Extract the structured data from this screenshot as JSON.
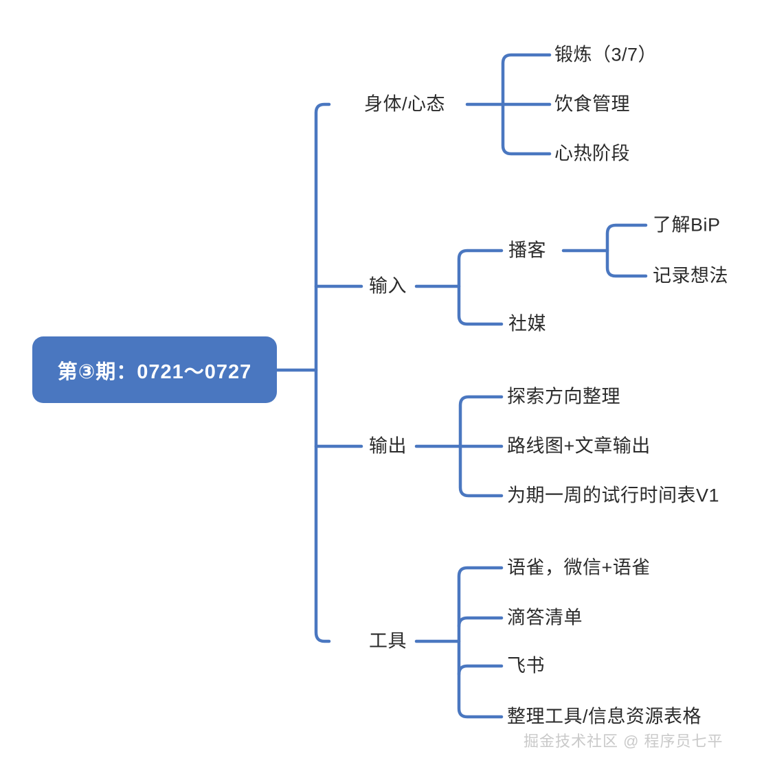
{
  "diagram": {
    "type": "mindmap",
    "title": "第③期：0721～0727",
    "root": {
      "id": "root",
      "label": "第③期：0721～0727",
      "fill": "#4a77c0",
      "text_color": "#ffffff"
    },
    "link_color": "#4a77c0",
    "text_color": "#2b2b2b",
    "branches": [
      {
        "id": "b1",
        "label": "身体/心态",
        "children": [
          {
            "id": "b1c1",
            "label": "锻炼（3/7）",
            "children": []
          },
          {
            "id": "b1c2",
            "label": "饮食管理",
            "children": []
          },
          {
            "id": "b1c3",
            "label": "心热阶段",
            "children": []
          }
        ]
      },
      {
        "id": "b2",
        "label": "输入",
        "children": [
          {
            "id": "b2c1",
            "label": "播客",
            "children": [
              {
                "id": "b2c1g1",
                "label": "了解BiP"
              },
              {
                "id": "b2c1g2",
                "label": "记录想法"
              }
            ]
          },
          {
            "id": "b2c2",
            "label": "社媒",
            "children": []
          }
        ]
      },
      {
        "id": "b3",
        "label": "输出",
        "children": [
          {
            "id": "b3c1",
            "label": "探索方向整理",
            "children": []
          },
          {
            "id": "b3c2",
            "label": "路线图+文章输出",
            "children": []
          },
          {
            "id": "b3c3",
            "label": "为期一周的试行时间表V1",
            "children": []
          }
        ]
      },
      {
        "id": "b4",
        "label": "工具",
        "children": [
          {
            "id": "b4c1",
            "label": "语雀，微信+语雀",
            "children": []
          },
          {
            "id": "b4c2",
            "label": "滴答清单",
            "children": []
          },
          {
            "id": "b4c3",
            "label": "飞书",
            "children": []
          },
          {
            "id": "b4c4",
            "label": "整理工具/信息资源表格",
            "children": []
          }
        ]
      }
    ]
  },
  "watermark": {
    "text": "掘金技术社区 @ 程序员七平",
    "color": "#c9c9c9"
  }
}
